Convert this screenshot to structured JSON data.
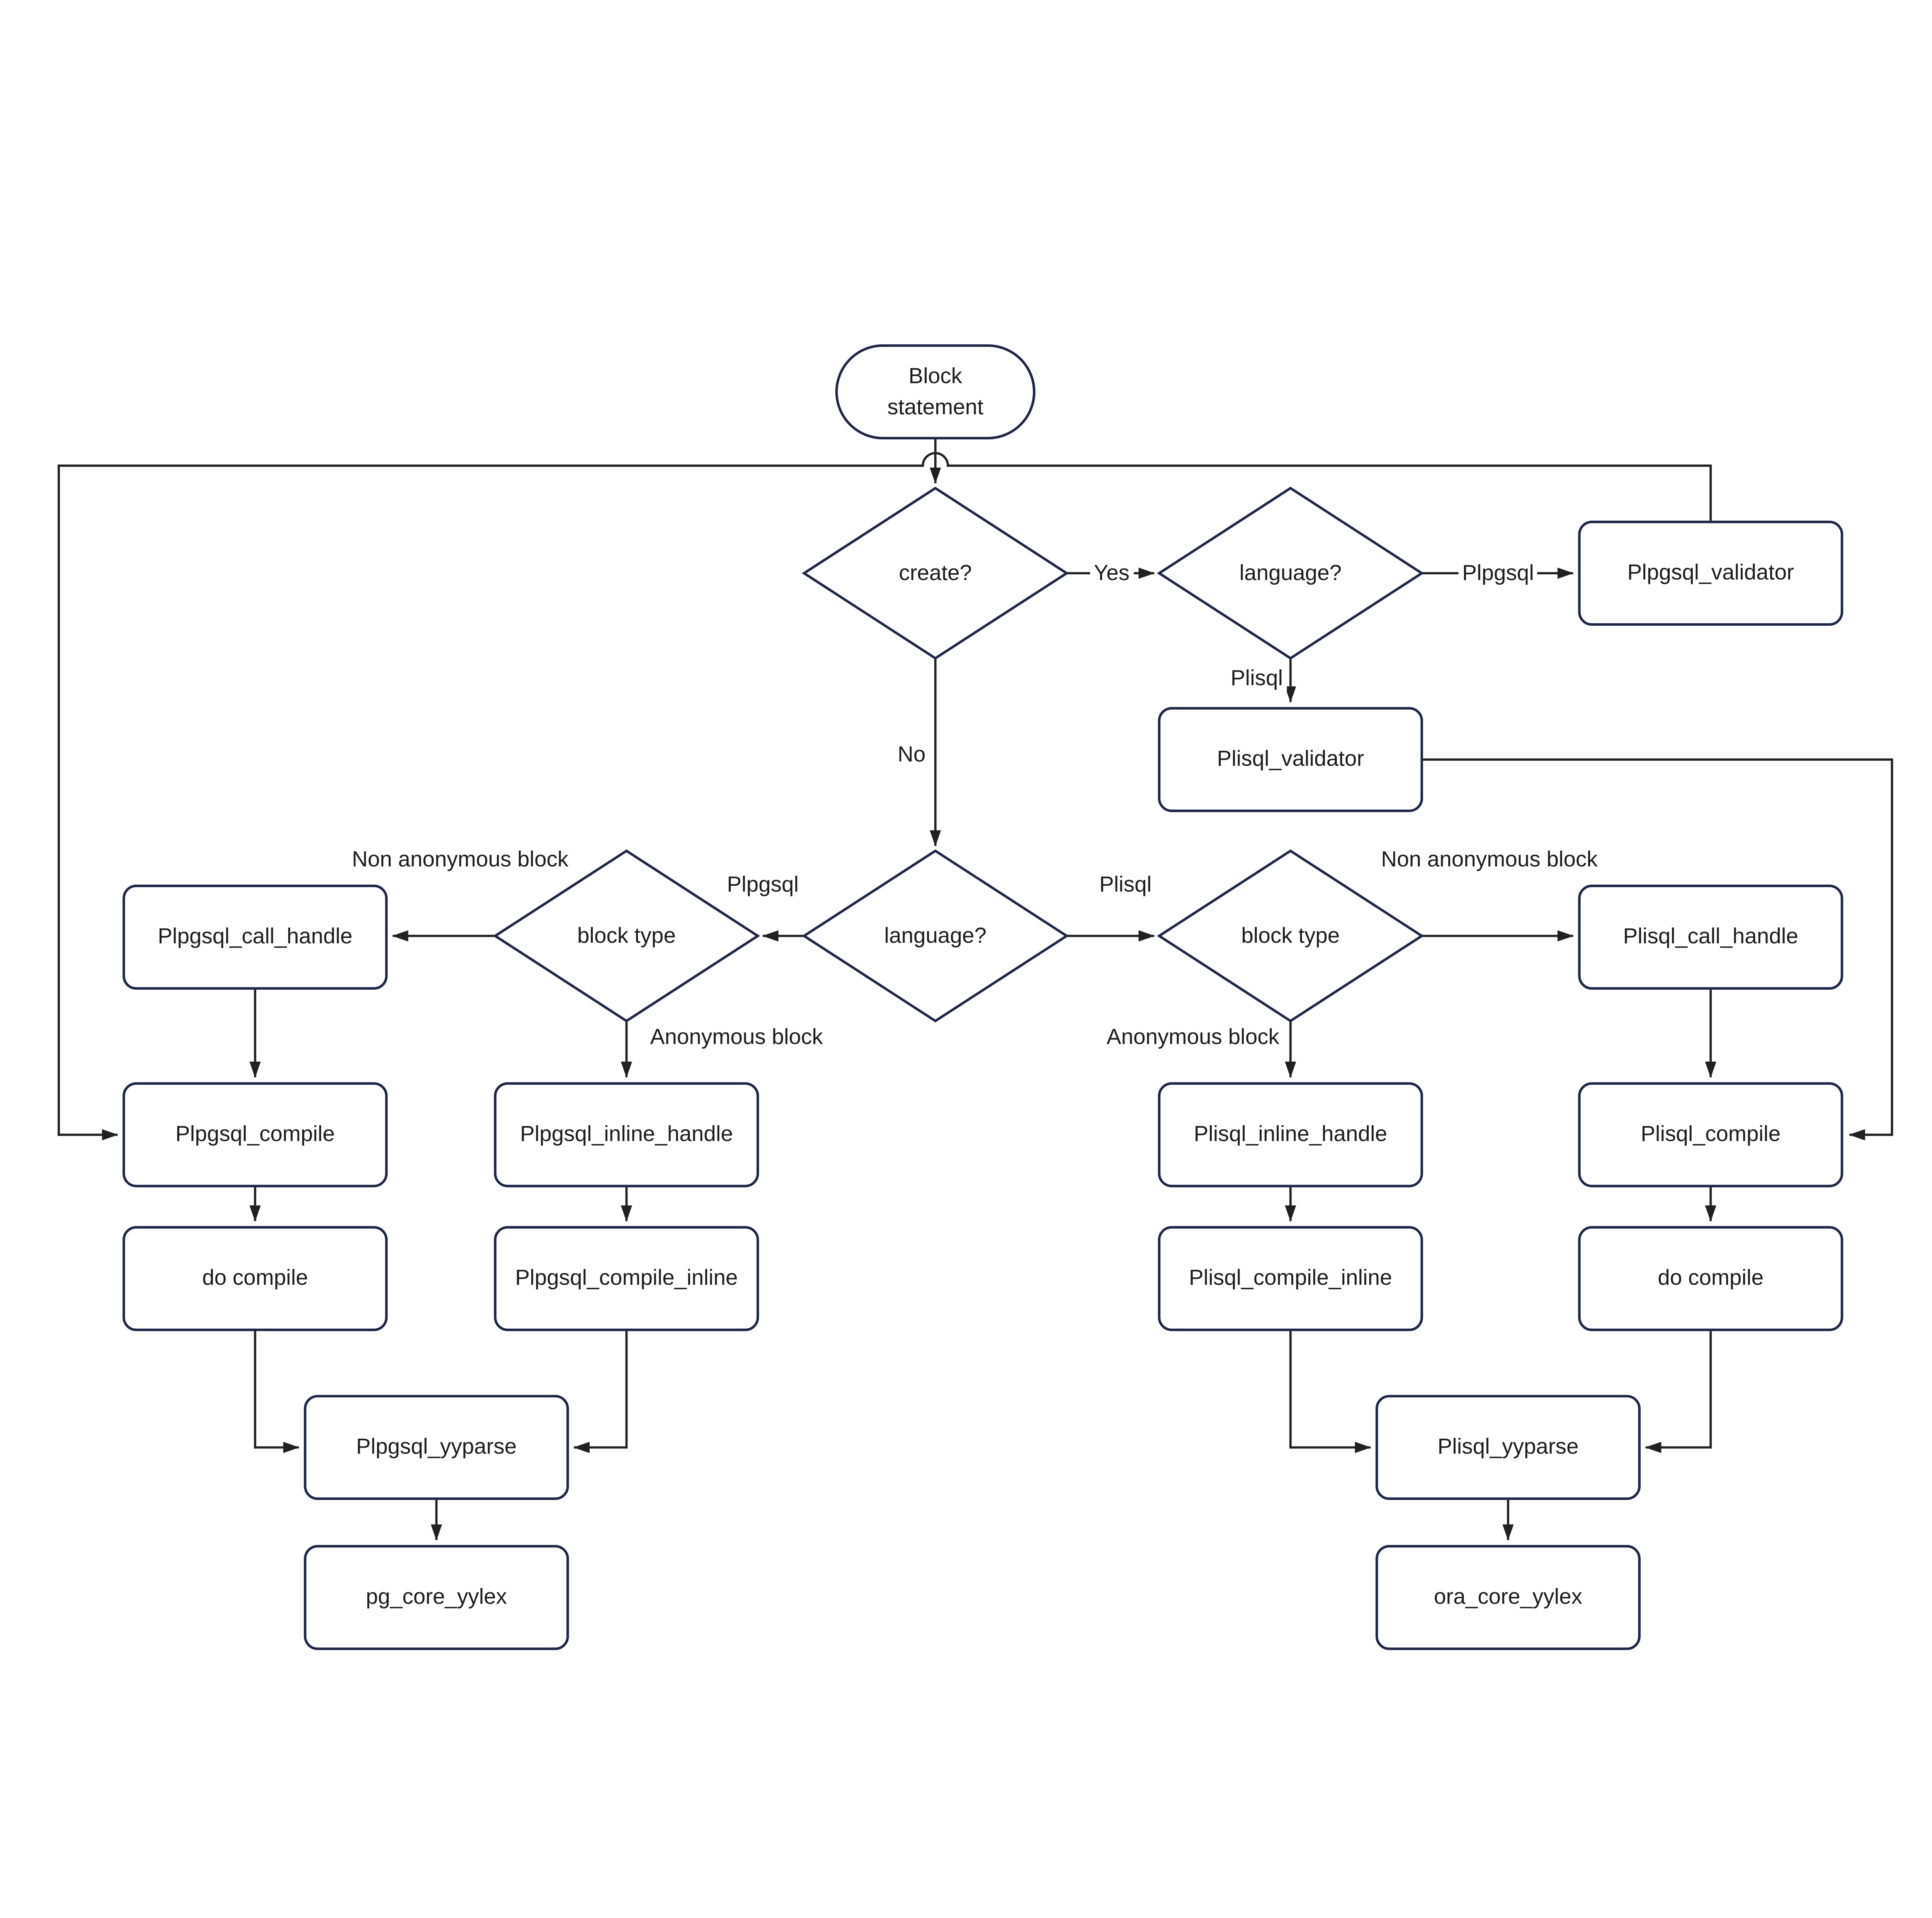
{
  "colors": {
    "shape_border": "#1e2747",
    "connector": "#212121",
    "text": "#1c1c1c",
    "background": "#ffffff"
  },
  "nodes": {
    "block_statement": {
      "type": "terminator",
      "label": "Block statement"
    },
    "create": {
      "type": "decision",
      "label": "create?"
    },
    "language_top": {
      "type": "decision",
      "label": "language?"
    },
    "plpgsql_validator": {
      "type": "process",
      "label": "Plpgsql_validator"
    },
    "plisql_validator": {
      "type": "process",
      "label": "Plisql_validator"
    },
    "language_mid": {
      "type": "decision",
      "label": "language?"
    },
    "block_type_left": {
      "type": "decision",
      "label": "block type"
    },
    "block_type_right": {
      "type": "decision",
      "label": "block type"
    },
    "plpgsql_call_handle": {
      "type": "process",
      "label": "Plpgsql_call_handle"
    },
    "plisql_call_handle": {
      "type": "process",
      "label": "Plisql_call_handle"
    },
    "plpgsql_compile": {
      "type": "process",
      "label": "Plpgsql_compile"
    },
    "plpgsql_inline_handle": {
      "type": "process",
      "label": "Plpgsql_inline_handle"
    },
    "plisql_inline_handle": {
      "type": "process",
      "label": "Plisql_inline_handle"
    },
    "plisql_compile": {
      "type": "process",
      "label": "Plisql_compile"
    },
    "do_compile_left": {
      "type": "process",
      "label": "do compile"
    },
    "plpgsql_compile_inline": {
      "type": "process",
      "label": "Plpgsql_compile_inline"
    },
    "plisql_compile_inline": {
      "type": "process",
      "label": "Plisql_compile_inline"
    },
    "do_compile_right": {
      "type": "process",
      "label": "do compile"
    },
    "plpgsql_yyparse": {
      "type": "process",
      "label": "Plpgsql_yyparse"
    },
    "plisql_yyparse": {
      "type": "process",
      "label": "Plisql_yyparse"
    },
    "pg_core_yylex": {
      "type": "process",
      "label": "pg_core_yylex"
    },
    "ora_core_yylex": {
      "type": "process",
      "label": "ora_core_yylex"
    }
  },
  "edge_labels": {
    "yes": "Yes",
    "no": "No",
    "plpgsql_top": "Plpgsql",
    "plisql_top": "Plisql",
    "plpgsql_mid": "Plpgsql",
    "plisql_mid": "Plisql",
    "non_anonymous_left": "Non anonymous block",
    "anonymous_left": "Anonymous block",
    "anonymous_right": "Anonymous block",
    "non_anonymous_right": "Non anonymous block"
  }
}
